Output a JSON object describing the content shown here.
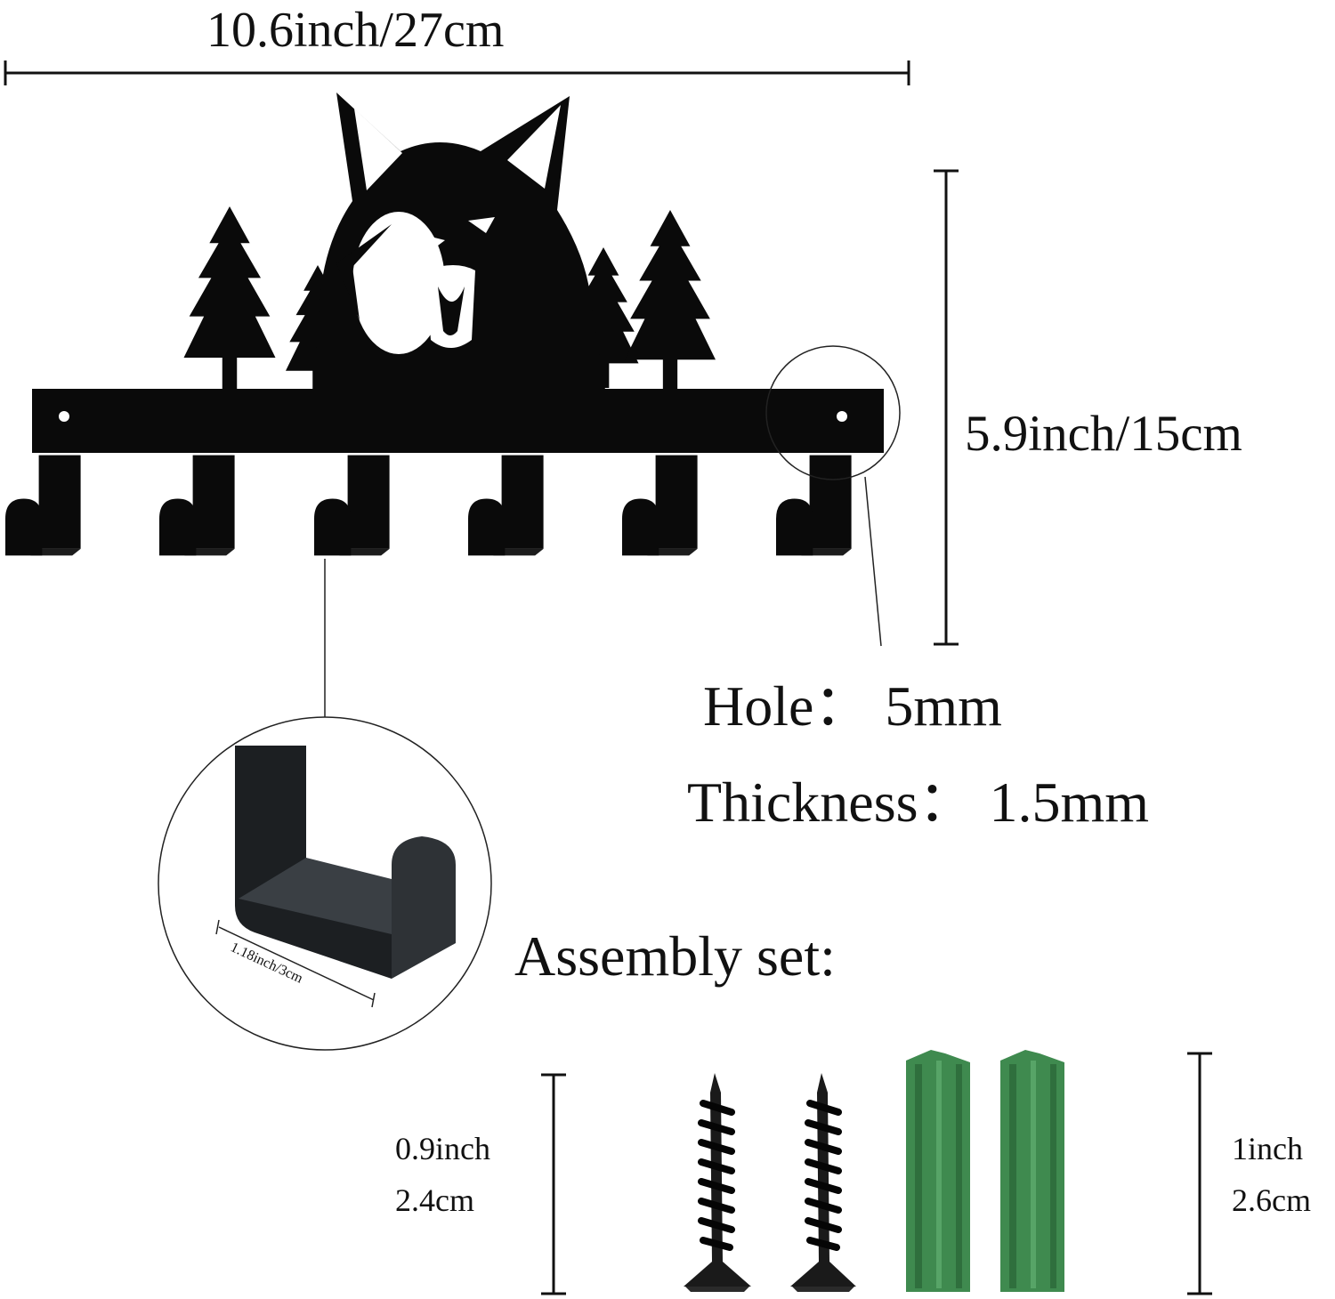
{
  "dimensions": {
    "width": "10.6inch/27cm",
    "height": "5.9inch/15cm",
    "hook_depth": "1.18inch/3cm"
  },
  "specs": {
    "hole": "Hole： 5mm",
    "thickness": "Thickness： 1.5mm"
  },
  "assembly": {
    "title": "Assembly set:",
    "screw_size_in": "0.9inch",
    "screw_size_cm": "2.4cm",
    "anchor_size_in": "1inch",
    "anchor_size_cm": "2.6cm"
  },
  "colors": {
    "metal": "#0a0a0a",
    "anchor": "#3f8a4f",
    "hook_detail": "#2e3236"
  },
  "product": {
    "hook_count": 6,
    "motif": "wolf-and-pine-trees"
  }
}
